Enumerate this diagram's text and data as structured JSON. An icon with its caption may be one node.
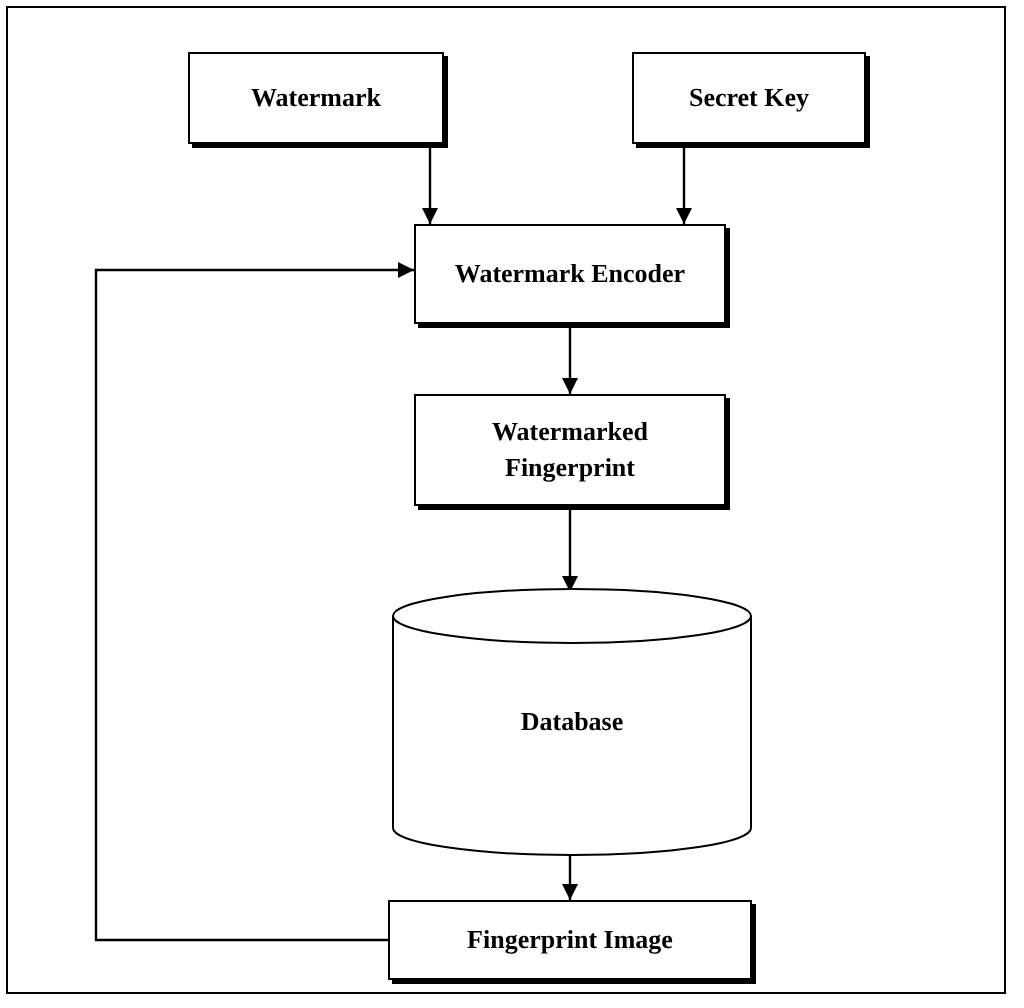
{
  "diagram": {
    "nodes": [
      {
        "text": [
          "Watermark"
        ]
      },
      {
        "text": [
          "Secret Key"
        ]
      },
      {
        "text": [
          "Watermark Encoder"
        ]
      },
      {
        "text": [
          "Watermarked Fingerprint"
        ]
      },
      {
        "text": [
          "Database"
        ]
      },
      {
        "text": [
          "Fingerprint Image"
        ]
      }
    ],
    "edges": [
      {
        "from": 0,
        "to": 2,
        "arrow": "to"
      },
      {
        "from": 1,
        "to": 2,
        "arrow": "to"
      },
      {
        "from": 2,
        "to": 3,
        "arrow": "to"
      },
      {
        "from": 3,
        "to": 4,
        "arrow": "to"
      },
      {
        "from": 4,
        "to": 5,
        "arrow": "to"
      },
      {
        "from": 5,
        "to": 2,
        "arrow": "to"
      }
    ]
  }
}
